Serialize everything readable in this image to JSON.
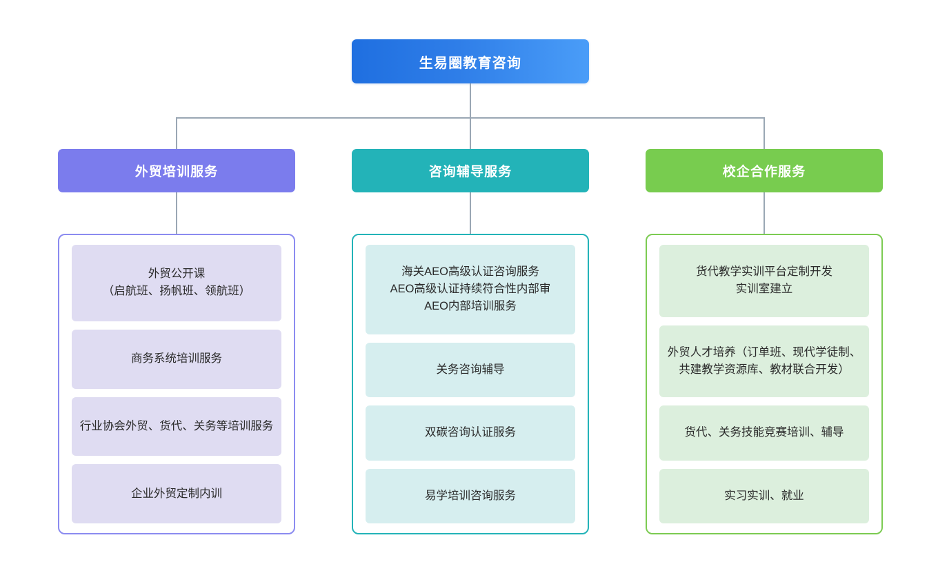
{
  "root": {
    "label": "生易圈教育咨询",
    "color_start": "#1f6fe0",
    "color_end": "#4a9df8"
  },
  "connector_color": "#9aa7b4",
  "columns": [
    {
      "header": "外贸培训服务",
      "header_color": "#7b7ced",
      "border_color": "#8b8bf0",
      "item_bg": "#dfdcf2",
      "items": [
        "外贸公开课\n（启航班、扬帆班、领航班）",
        "商务系统培训服务",
        "行业协会外贸、货代、关务等培训服务",
        "企业外贸定制内训"
      ]
    },
    {
      "header": "咨询辅导服务",
      "header_color": "#23b3b8",
      "border_color": "#23b3b8",
      "item_bg": "#d6eeef",
      "items": [
        "海关AEO高级认证咨询服务\nAEO高级认证持续符合性内部审\nAEO内部培训服务",
        "关务咨询辅导",
        "双碳咨询认证服务",
        "易学培训咨询服务"
      ]
    },
    {
      "header": "校企合作服务",
      "header_color": "#78cc4f",
      "border_color": "#7ccb52",
      "item_bg": "#dcefdd",
      "items": [
        "货代教学实训平台定制开发\n实训室建立",
        "外贸人才培养（订单班、现代学徒制、共建教学资源库、教材联合开发）",
        "货代、关务技能竞赛培训、辅导",
        "实习实训、就业"
      ]
    }
  ]
}
